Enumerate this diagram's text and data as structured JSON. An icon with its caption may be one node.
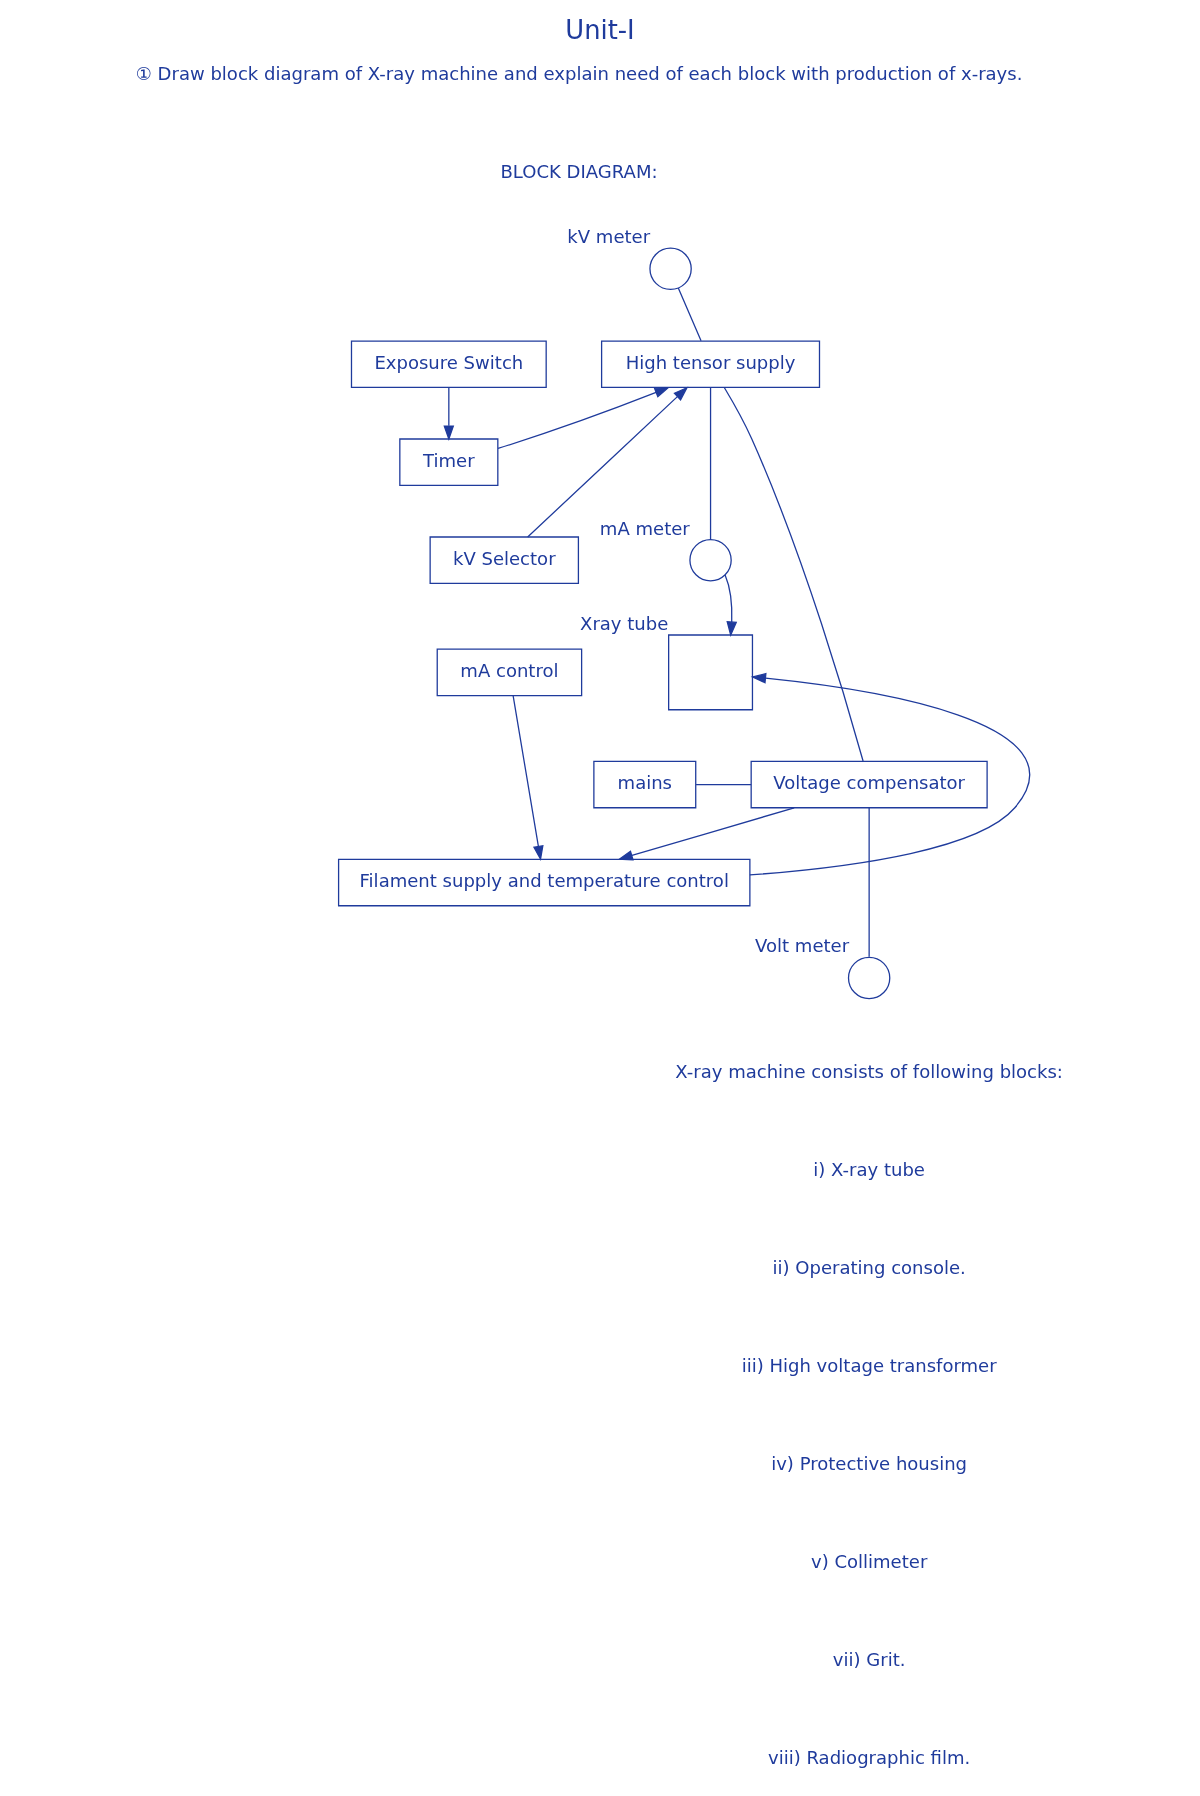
{
  "diagram": {
    "title": "Unit-I",
    "nodes": [
      {
        "text": [
          "Exposure Switch"
        ]
      },
      {
        "text": [
          "Timer"
        ]
      },
      {
        "text": [
          "kV Selector"
        ]
      },
      {
        "text": [
          "High tensor supply"
        ]
      },
      {
        "text": [],
        "shape": "circle",
        "beside": [
          "kV meter"
        ]
      },
      {
        "text": [],
        "shape": "circle",
        "beside": [
          "mA meter"
        ]
      },
      {
        "text": [],
        "shape": "box",
        "beside": [
          "Xray tube"
        ]
      },
      {
        "text": [
          "mA control"
        ]
      },
      {
        "text": [
          "Voltage compensator"
        ]
      },
      {
        "text": [
          "Filament supply and temperature control"
        ]
      },
      {
        "text": [],
        "shape": "circle",
        "beside": [
          "Volt meter"
        ]
      },
      {
        "text": [
          "mains"
        ]
      }
    ],
    "edges": [
      {
        "from": 0,
        "to": 1,
        "arrow": "to"
      },
      {
        "from": 1,
        "to": 3,
        "arrow": "to"
      },
      {
        "from": 2,
        "to": 3,
        "arrow": "to"
      },
      {
        "from": 4,
        "to": 3,
        "arrow": "none"
      },
      {
        "from": 3,
        "to": 5,
        "arrow": "none"
      },
      {
        "from": 5,
        "to": 6,
        "arrow": "to"
      },
      {
        "from": 8,
        "to": 3,
        "arrow": "none"
      },
      {
        "from": 7,
        "to": 9,
        "arrow": "to"
      },
      {
        "from": 8,
        "to": 9,
        "arrow": "to"
      },
      {
        "from": 8,
        "to": 10,
        "arrow": "none"
      },
      {
        "from": 9,
        "to": 6,
        "arrow": "to"
      },
      {
        "from": 11,
        "to": 8,
        "arrow": "none"
      }
    ],
    "labels": [
      "① Draw block diagram of X-ray machine and explain need of each block with production of x-rays.",
      "BLOCK DIAGRAM:",
      "X-ray machine consists of following blocks:",
      "i) X-ray tube",
      "ii) Operating console.",
      "iii) High voltage transformer",
      "iv) Protective housing",
      "v) Collimeter",
      "vii) Grit.",
      "viii) Radiographic film."
    ]
  }
}
